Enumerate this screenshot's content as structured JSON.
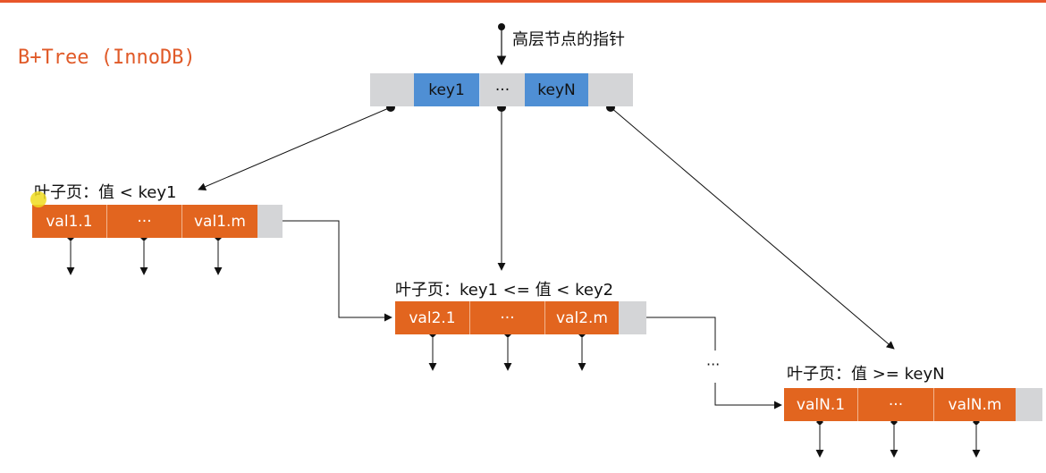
{
  "title": "B+Tree (InnoDB)",
  "top_pointer_label": "高层节点的指针",
  "root": {
    "key1": "key1",
    "mid": "···",
    "keyN": "keyN"
  },
  "leaf1": {
    "caption": "叶子页：值 < key1",
    "c1": "val1.1",
    "c2": "···",
    "c3": "val1.m"
  },
  "leaf2": {
    "caption": "叶子页：key1 <= 值 < key2",
    "c1": "val2.1",
    "c2": "···",
    "c3": "val2.m"
  },
  "leaf3": {
    "caption": "叶子页：值 >= keyN",
    "c1": "valN.1",
    "c2": "···",
    "c3": "valN.m"
  },
  "between_ellipsis": "···",
  "colors": {
    "accent_orange": "#e2651f",
    "key_blue": "#4f8fd4",
    "gray": "#d4d5d7",
    "title_orange": "#e05a28"
  }
}
